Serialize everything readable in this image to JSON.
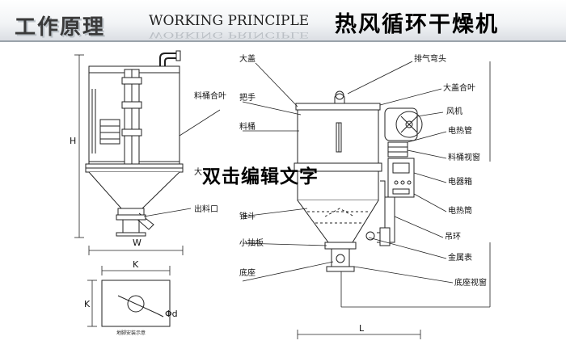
{
  "header": {
    "title_cn": "工作原理",
    "title_en": "WORKING PRINCIPLE",
    "machine_name": "热风循环干燥机"
  },
  "dimensions": {
    "height": "H",
    "width": "W",
    "base_k_top": "K",
    "base_k_side": "K",
    "diameter": "Φd",
    "length": "L",
    "base_note": "地脚安装示意"
  },
  "labels": {
    "left": {
      "hopper_joint": "料桶合叶",
      "big_label": "大",
      "outlet": "出料口"
    },
    "center": {
      "lid": "大盖",
      "handle": "把手",
      "hopper": "料桶",
      "cone": "锥斗",
      "drain_plate": "小抽板",
      "base": "底座"
    },
    "right": {
      "exhaust": "排气弯头",
      "lid_joint": "大盖合叶",
      "fan": "风机",
      "heater": "电热管",
      "hopper_window": "料桶视窗",
      "control_box": "电器箱",
      "heater_box": "电热筒",
      "ring": "吊环",
      "meter": "金属表",
      "base_window": "底座视窗"
    }
  },
  "overlay_text": "双击编辑文字"
}
